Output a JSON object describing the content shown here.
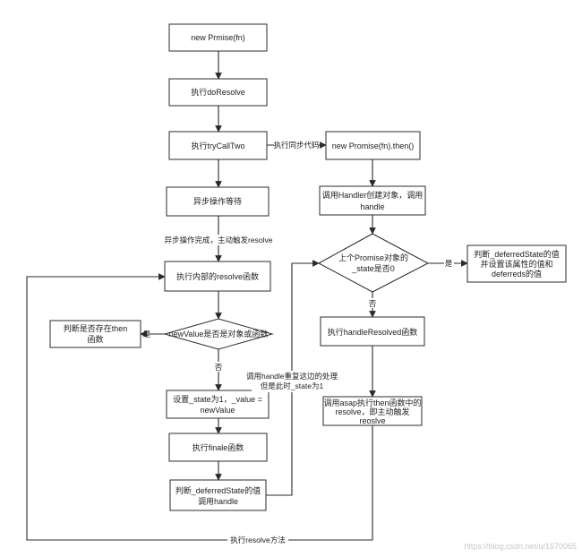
{
  "nodes": {
    "new_prmise": "new Prmise(fn)",
    "do_resolve": "执行doResolve",
    "try_call_two": "执行tryCallTwo",
    "async_wait": "异步操作等待",
    "inner_resolve": "执行内部的resolve函数",
    "is_obj_or_fn": "newValue是否是对象或函数",
    "check_then_1": "判断是否存在then",
    "check_then_2": "函数",
    "set_state_1": "设置_state为1，_value =",
    "set_state_2": "newValue",
    "finale": "执行finale函数",
    "judge_def_1": "判断_deferredState的值",
    "judge_def_2": "调用handle",
    "new_promise_then": "new Promise(fn).then()",
    "create_handler_1": "调用Handler创建对象，调用",
    "create_handler_2": "handle",
    "prev_state_1": "上个Promise对象的",
    "prev_state_2": "_state是否0",
    "set_def_1": "判断_deferredState的值",
    "set_def_2": "并设置该属性的值和",
    "set_def_3": "deferreds的值",
    "handle_resolved": "执行handleResolved函数",
    "asap_1": "调用asap执行then函数中的",
    "asap_2": "resolve，即主动触发",
    "asap_3": "reoslve"
  },
  "edge_labels": {
    "sync_code": "执行同步代码",
    "async_done": "异步操作完成，主动触发resolve",
    "yes_left": "是",
    "no_down": "否",
    "yes_right": "是",
    "no_down_right": "否",
    "repeat_1": "调用handle重复这边的处理",
    "repeat_2": "但是此时_state为1",
    "exec_resolve": "执行resolve方法"
  },
  "watermark": "https://blog.csdn.net/u/1670065"
}
